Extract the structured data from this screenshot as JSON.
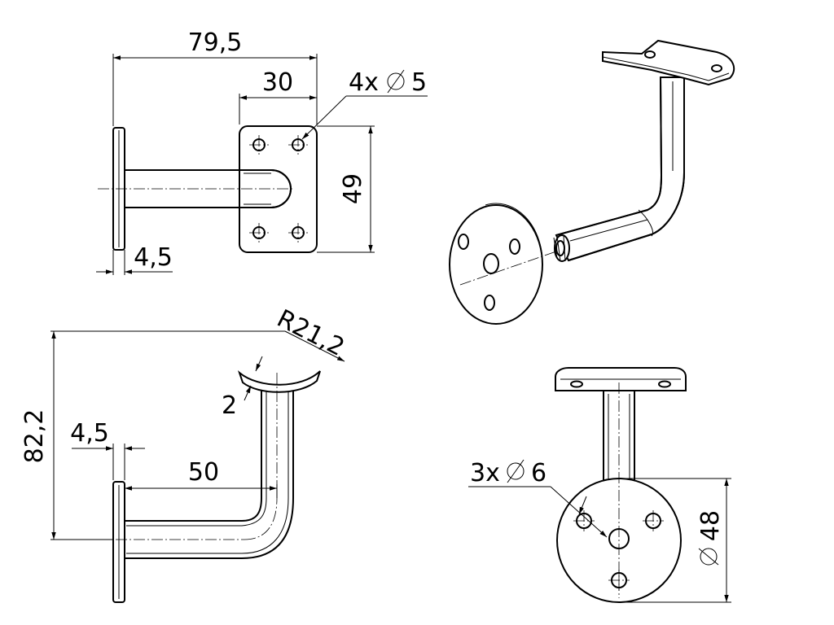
{
  "dimensions": {
    "top_view": {
      "overall_length": "79,5",
      "plate_width": "30",
      "holes": "4x",
      "hole_diameter": "5",
      "plate_height": "49",
      "base_thickness": "4,5"
    },
    "side_view": {
      "height": "82,2",
      "radius": "R21,2",
      "saddle_thickness": "2",
      "base_thickness": "4,5",
      "arm_length": "50"
    },
    "front_view": {
      "holes": "3x",
      "hole_diameter": "6",
      "base_diameter": "48"
    }
  }
}
